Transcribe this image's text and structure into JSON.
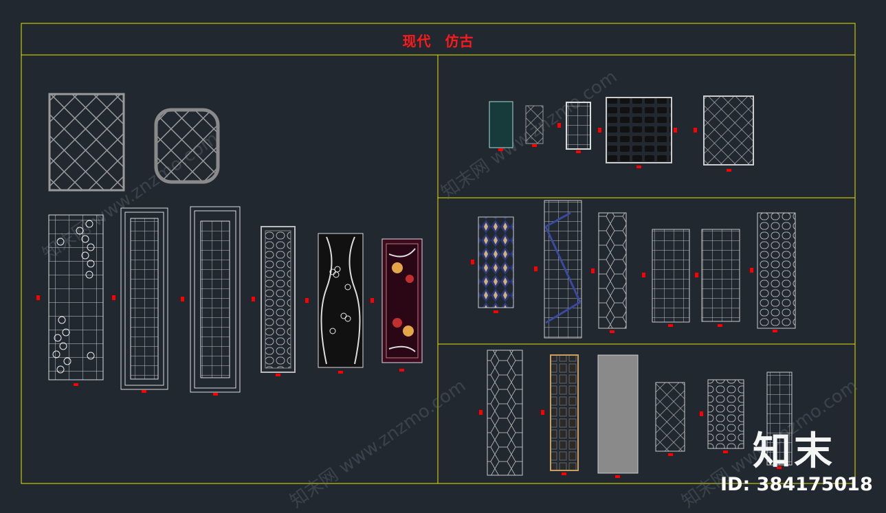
{
  "title": {
    "left": "现代",
    "right": "仿古"
  },
  "watermark": {
    "site": "znzmo.com",
    "site_full": "知末网 www.znzmo.com",
    "brand": "知末",
    "id": "ID: 384175018"
  },
  "colors": {
    "background": "#212830",
    "frame": "#e6e600",
    "title": "#ff1a1a",
    "line": "#c8c8c8",
    "dim": "#00a000",
    "marker": "#ff0000"
  }
}
